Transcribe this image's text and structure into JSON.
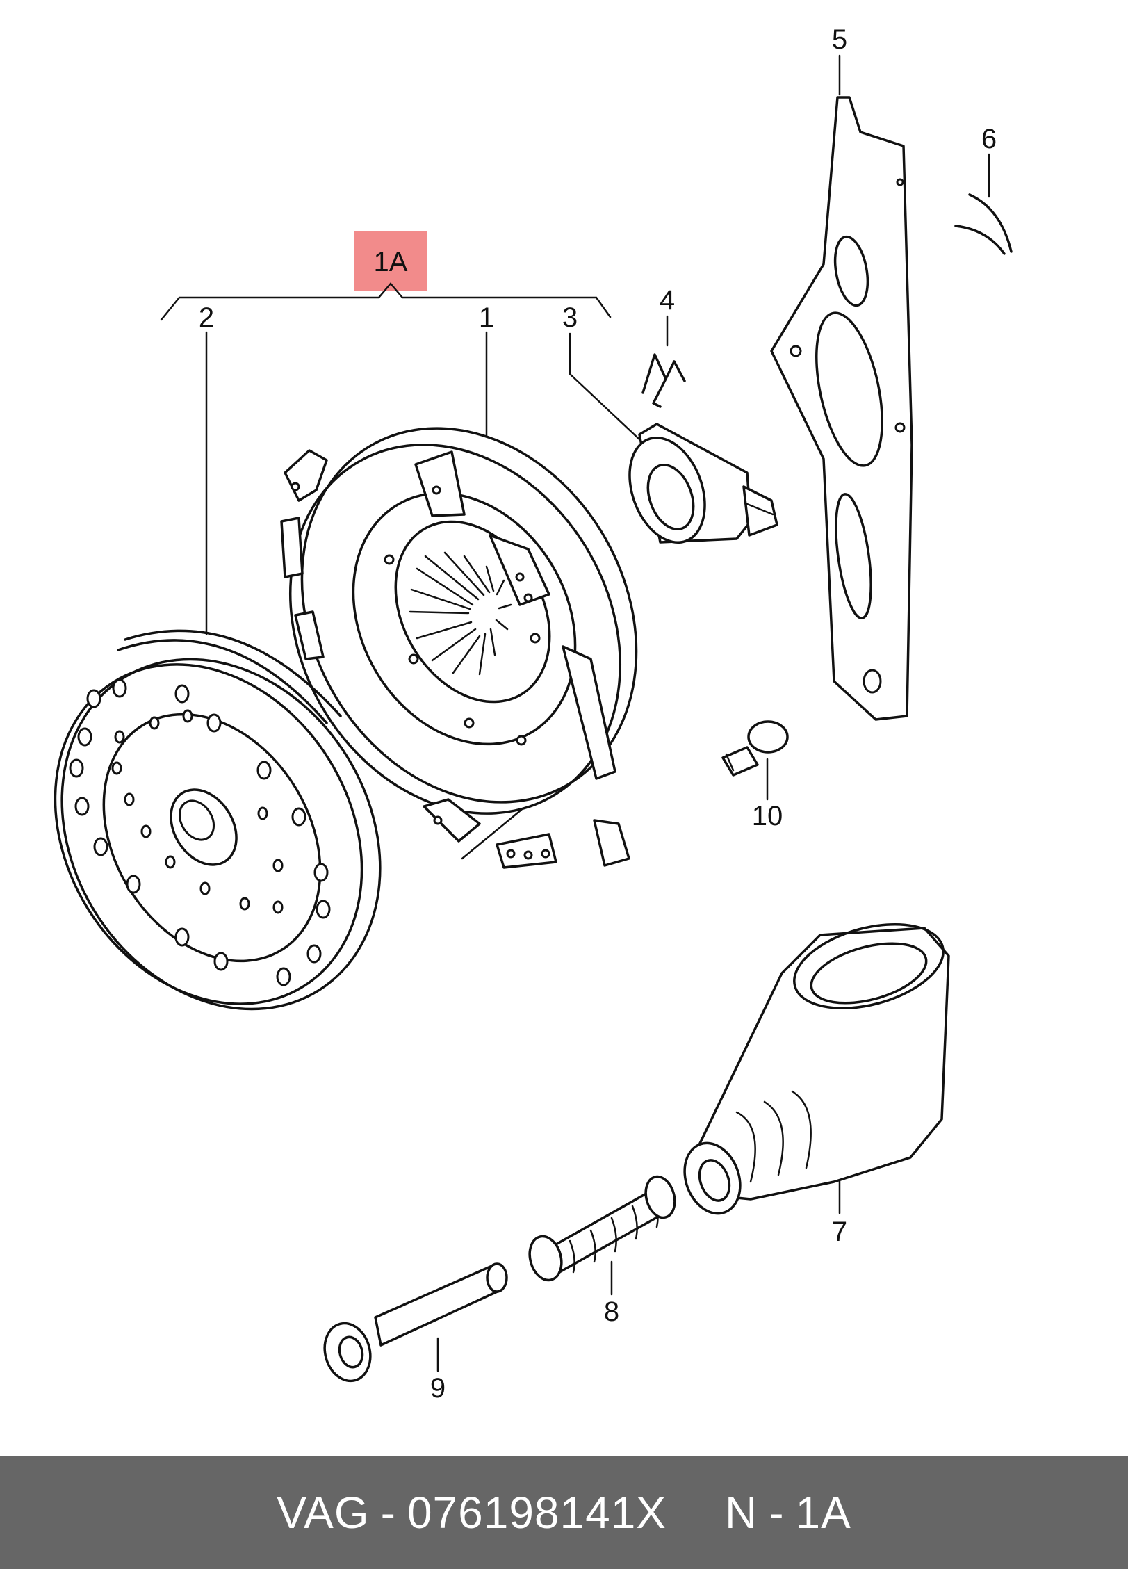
{
  "diagram": {
    "highlight_color": "#f28b8b",
    "callouts": {
      "c1A": "1A",
      "c1": "1",
      "c2": "2",
      "c3": "3",
      "c4": "4",
      "c5": "5",
      "c6": "6",
      "c7": "7",
      "c8": "8",
      "c9": "9",
      "c10": "10"
    }
  },
  "footer": {
    "background": "#666666",
    "brand": "VAG",
    "separator": "-",
    "part_number": "076198141X",
    "position_prefix": "N",
    "position_separator": "-",
    "position_code": "1A"
  }
}
